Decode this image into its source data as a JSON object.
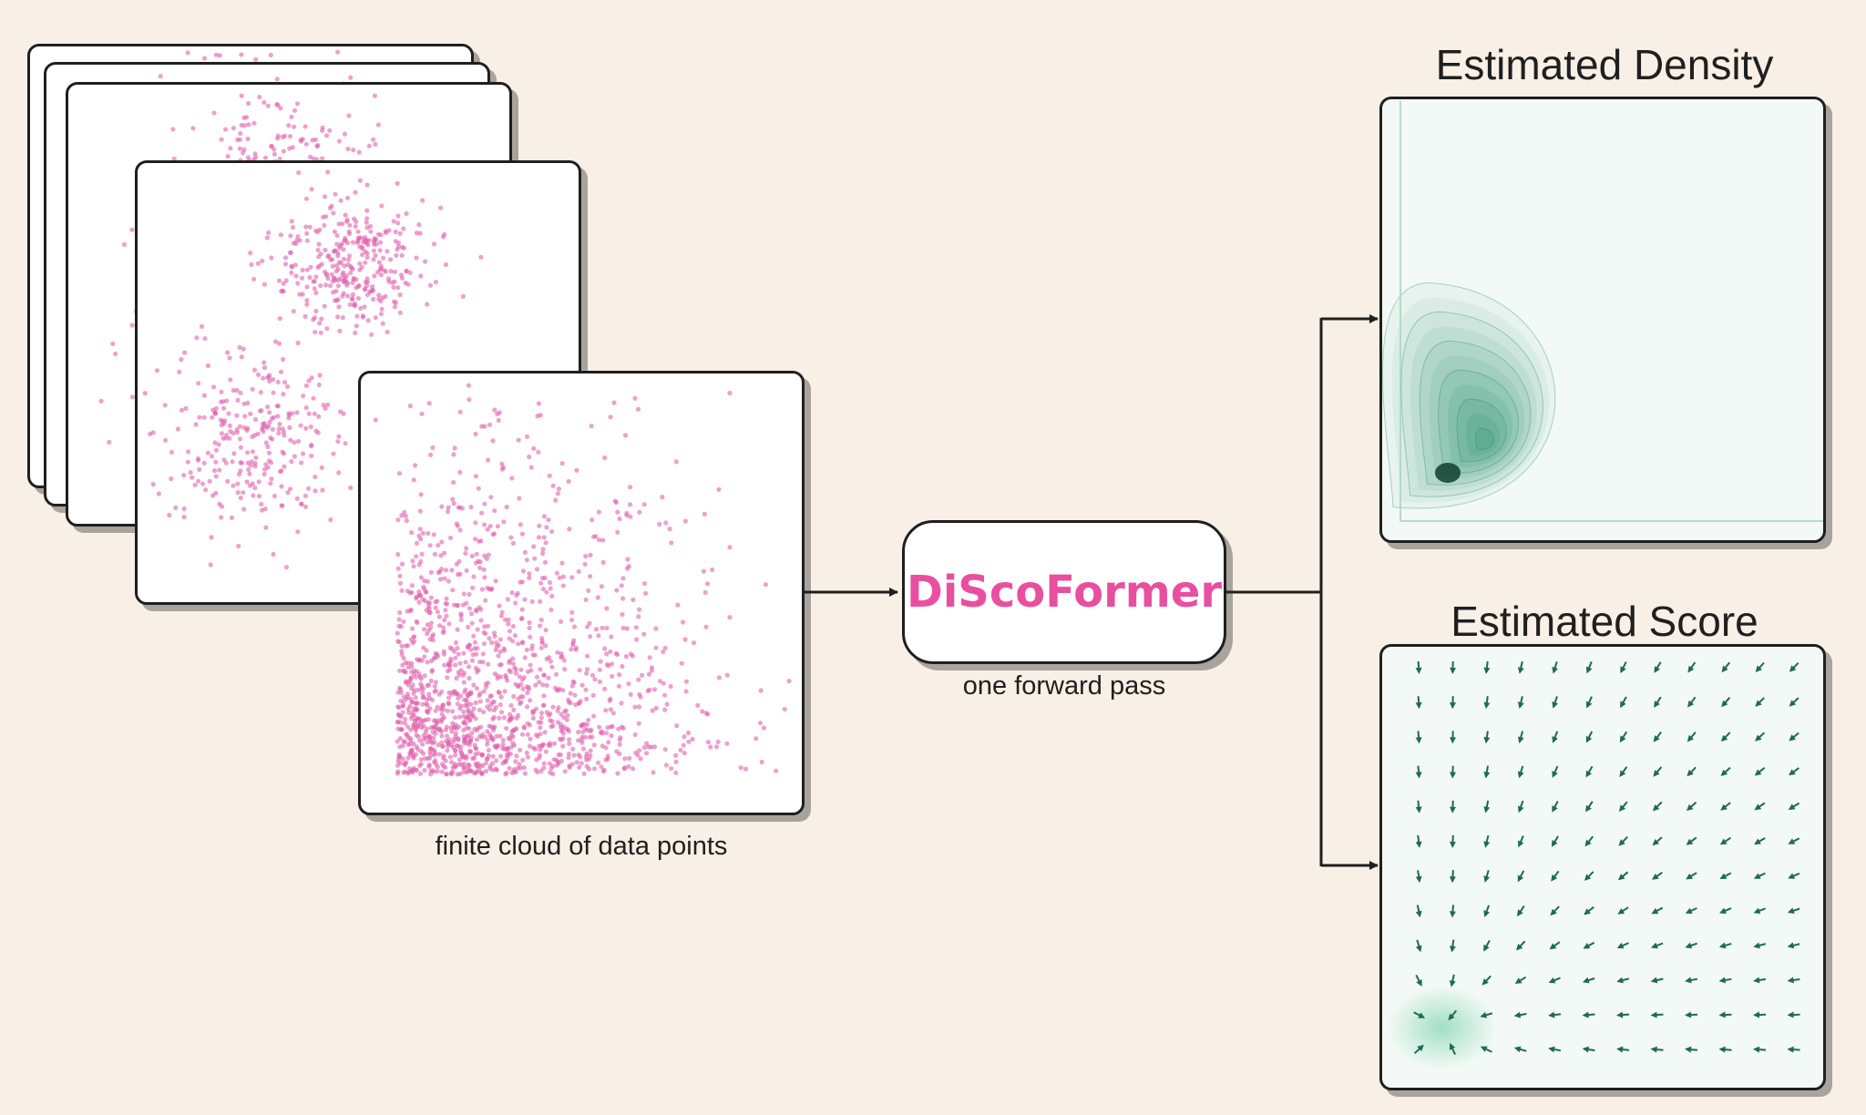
{
  "input": {
    "caption": "finite cloud of data points",
    "point_color": "#e063ad"
  },
  "model": {
    "name": "DiScoFormer",
    "caption": "one forward pass",
    "name_color": "#e8509f"
  },
  "outputs": {
    "density": {
      "title": "Estimated Density",
      "color": "#1b8a65"
    },
    "score": {
      "title": "Estimated Score",
      "color": "#1f6b4e"
    }
  },
  "colors": {
    "background": "#f8efe6",
    "outline": "#1f1f1f"
  }
}
